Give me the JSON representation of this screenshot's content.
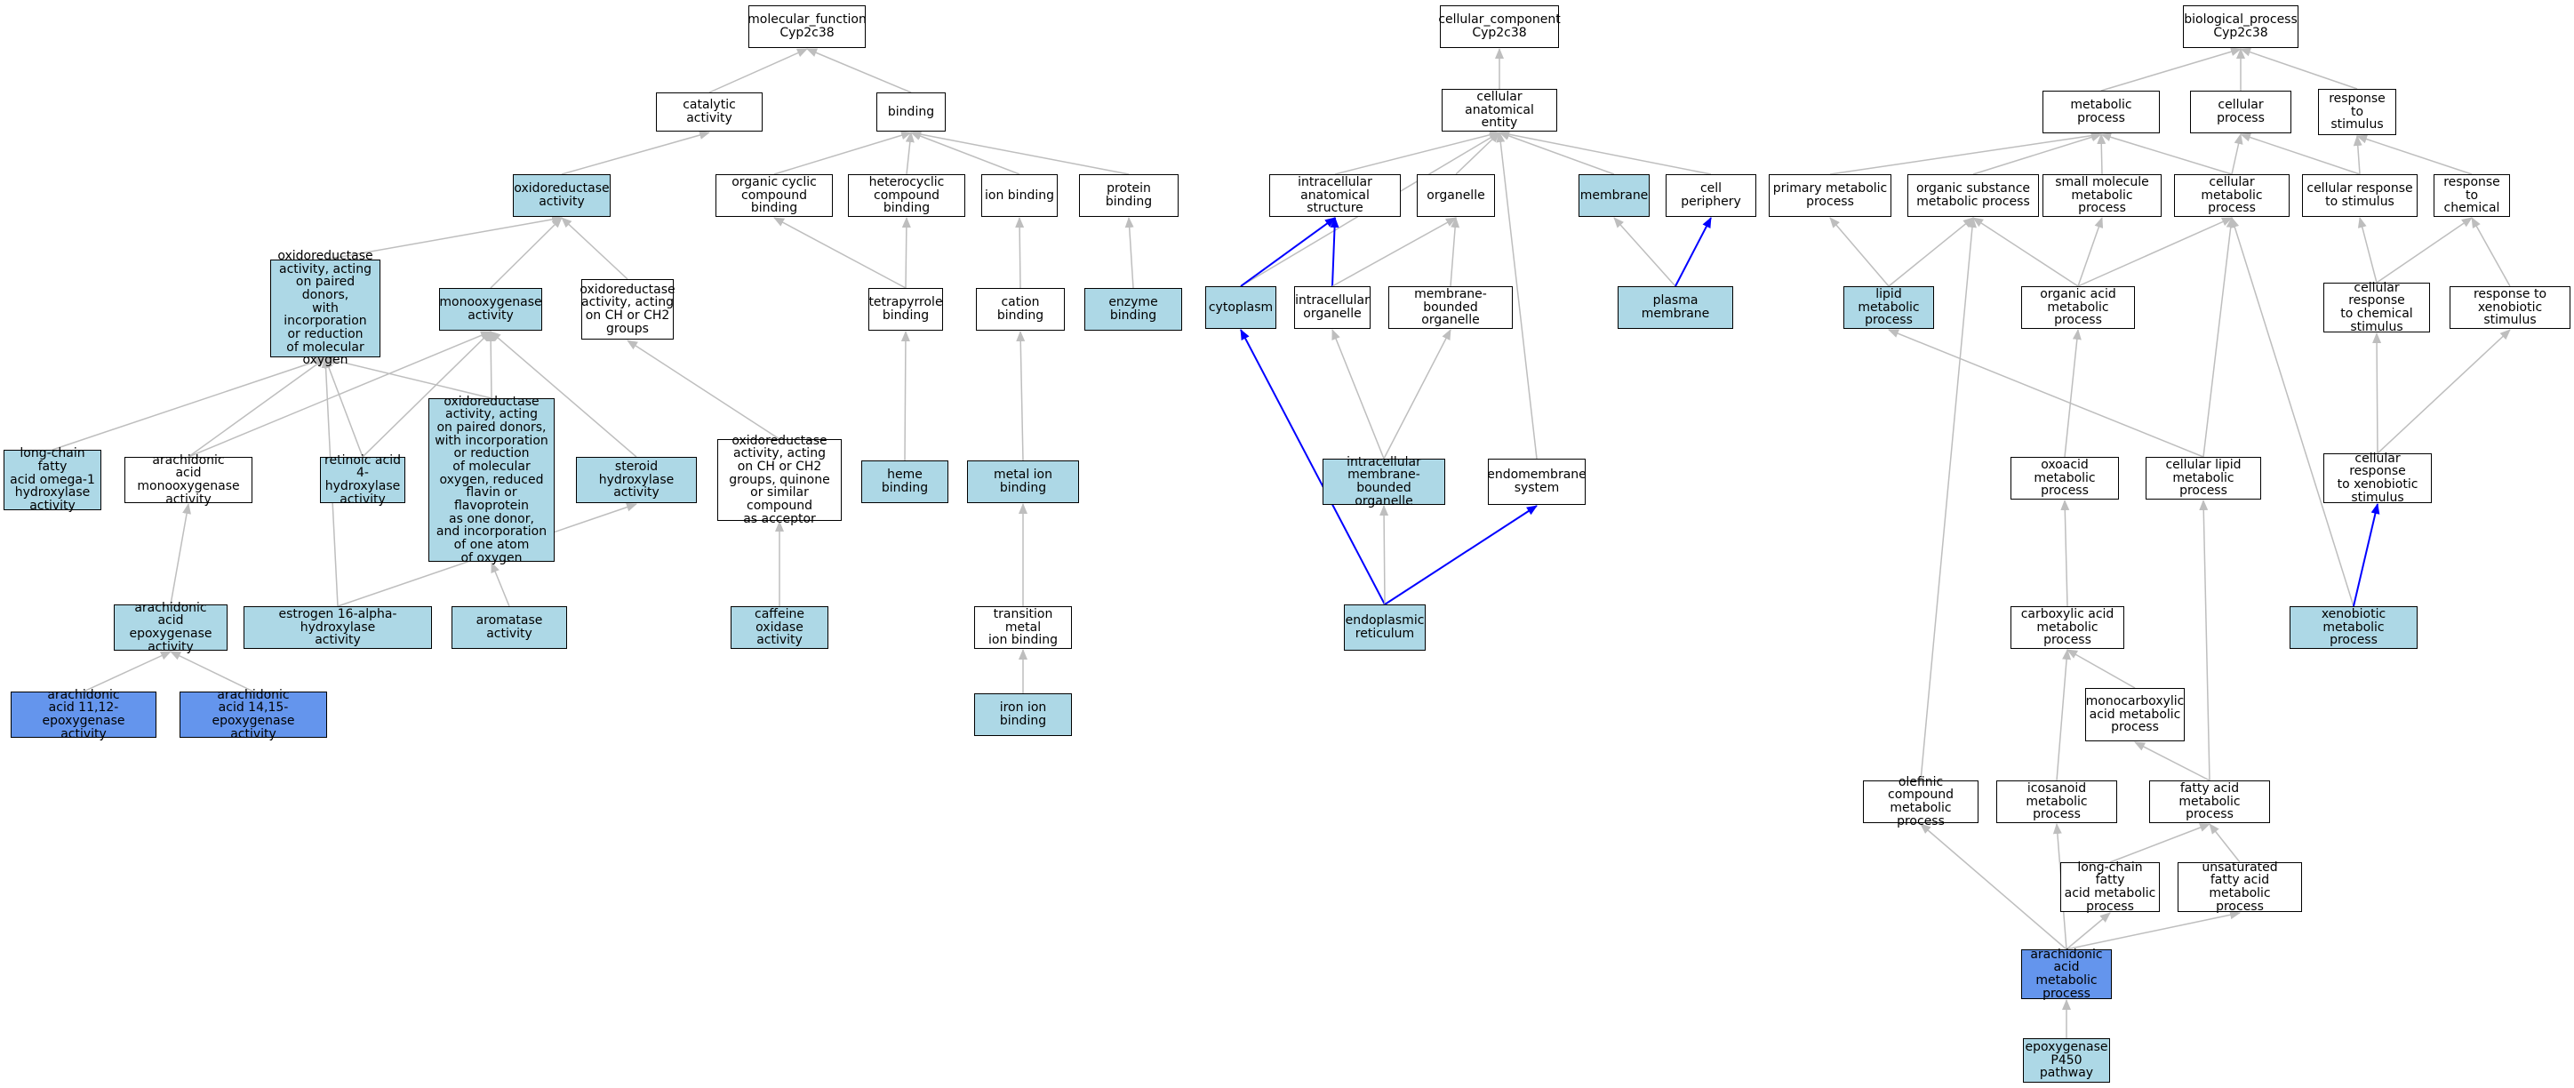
{
  "colors": {
    "none": "#ffffff",
    "light": "#add8e6",
    "dark": "#6495ed",
    "edge_gray": "#bebebe",
    "edge_blue": "#0000ff"
  },
  "nodes": {
    "mf_root": {
      "label": "molecular_function\nCyp2c38",
      "tone": "none"
    },
    "catalytic": {
      "label": "catalytic activity",
      "tone": "none"
    },
    "binding": {
      "label": "binding",
      "tone": "none"
    },
    "oxidoreductase": {
      "label": "oxidoreductase\nactivity",
      "tone": "light"
    },
    "organic_cyclic": {
      "label": "organic cyclic\ncompound binding",
      "tone": "none"
    },
    "heterocyclic": {
      "label": "heterocyclic\ncompound binding",
      "tone": "none"
    },
    "ion_binding": {
      "label": "ion binding",
      "tone": "none"
    },
    "protein_binding": {
      "label": "protein binding",
      "tone": "none"
    },
    "oxred_paired": {
      "label": "oxidoreductase\nactivity, acting\non paired donors,\nwith incorporation\nor reduction\nof molecular\noxygen",
      "tone": "light"
    },
    "monooxygenase": {
      "label": "monooxygenase\nactivity",
      "tone": "light"
    },
    "oxred_ch_ch2": {
      "label": "oxidoreductase\nactivity, acting\non CH or CH2\ngroups",
      "tone": "none"
    },
    "tetrapyrrole": {
      "label": "tetrapyrrole\nbinding",
      "tone": "none"
    },
    "cation_binding": {
      "label": "cation binding",
      "tone": "none"
    },
    "enzyme_binding": {
      "label": "enzyme binding",
      "tone": "light"
    },
    "long_chain_fa": {
      "label": "long-chain fatty\nacid omega-1\nhydroxylase\nactivity",
      "tone": "light"
    },
    "arach_mono": {
      "label": "arachidonic\nacid monooxygenase\nactivity",
      "tone": "none"
    },
    "retinoic": {
      "label": "retinoic acid\n4-hydroxylase\nactivity",
      "tone": "light"
    },
    "oxred_flavin": {
      "label": "oxidoreductase\nactivity, acting\non paired donors,\nwith incorporation\nor reduction\nof molecular\noxygen, reduced\nflavin or flavoprotein\nas one donor,\nand incorporation\nof one atom\nof oxygen",
      "tone": "light"
    },
    "steroid_hydrox": {
      "label": "steroid hydroxylase\nactivity",
      "tone": "light"
    },
    "oxred_quinone": {
      "label": "oxidoreductase\nactivity, acting\non CH or CH2\ngroups, quinone\nor similar compound\nas acceptor",
      "tone": "none"
    },
    "heme_binding": {
      "label": "heme binding",
      "tone": "light"
    },
    "metal_ion": {
      "label": "metal ion binding",
      "tone": "light"
    },
    "arach_epox": {
      "label": "arachidonic\nacid epoxygenase\nactivity",
      "tone": "light"
    },
    "estrogen": {
      "label": "estrogen 16-alpha-hydroxylase\nactivity",
      "tone": "light"
    },
    "aromatase": {
      "label": "aromatase activity",
      "tone": "light"
    },
    "caffeine": {
      "label": "caffeine oxidase\nactivity",
      "tone": "light"
    },
    "transition_metal": {
      "label": "transition metal\nion binding",
      "tone": "none"
    },
    "iron_ion": {
      "label": "iron ion binding",
      "tone": "light"
    },
    "arach_1112": {
      "label": "arachidonic\nacid 11,12-epoxygenase\nactivity",
      "tone": "dark"
    },
    "arach_1415": {
      "label": "arachidonic\nacid 14,15-epoxygenase\nactivity",
      "tone": "dark"
    },
    "cc_root": {
      "label": "cellular_component\nCyp2c38",
      "tone": "none"
    },
    "cell_anat": {
      "label": "cellular anatomical\nentity",
      "tone": "none"
    },
    "intracell_anat": {
      "label": "intracellular\nanatomical structure",
      "tone": "none"
    },
    "organelle": {
      "label": "organelle",
      "tone": "none"
    },
    "membrane": {
      "label": "membrane",
      "tone": "light"
    },
    "cell_periphery": {
      "label": "cell periphery",
      "tone": "none"
    },
    "cytoplasm": {
      "label": "cytoplasm",
      "tone": "light"
    },
    "intracell_org": {
      "label": "intracellular\norganelle",
      "tone": "none"
    },
    "mem_bound_org": {
      "label": "membrane-bounded\norganelle",
      "tone": "none"
    },
    "plasma_mem": {
      "label": "plasma membrane",
      "tone": "light"
    },
    "intracell_mem_org": {
      "label": "intracellular\nmembrane-bounded\norganelle",
      "tone": "light"
    },
    "endomembrane": {
      "label": "endomembrane\nsystem",
      "tone": "none"
    },
    "er": {
      "label": "endoplasmic\nreticulum",
      "tone": "light"
    },
    "bp_root": {
      "label": "biological_process\nCyp2c38",
      "tone": "none"
    },
    "metabolic": {
      "label": "metabolic process",
      "tone": "none"
    },
    "cellular_proc": {
      "label": "cellular process",
      "tone": "none"
    },
    "resp_stim": {
      "label": "response to\nstimulus",
      "tone": "none"
    },
    "primary_met": {
      "label": "primary metabolic\nprocess",
      "tone": "none"
    },
    "org_subst": {
      "label": "organic substance\nmetabolic process",
      "tone": "none"
    },
    "small_mol": {
      "label": "small molecule\nmetabolic process",
      "tone": "none"
    },
    "cell_met": {
      "label": "cellular metabolic\nprocess",
      "tone": "none"
    },
    "cell_resp_stim": {
      "label": "cellular response\nto stimulus",
      "tone": "none"
    },
    "resp_chem": {
      "label": "response to\nchemical",
      "tone": "none"
    },
    "lipid_met": {
      "label": "lipid metabolic\nprocess",
      "tone": "light"
    },
    "org_acid": {
      "label": "organic acid\nmetabolic process",
      "tone": "none"
    },
    "cell_resp_chem": {
      "label": "cellular response\nto chemical\nstimulus",
      "tone": "none"
    },
    "resp_xeno": {
      "label": "response to\nxenobiotic stimulus",
      "tone": "none"
    },
    "oxoacid": {
      "label": "oxoacid metabolic\nprocess",
      "tone": "none"
    },
    "cell_lipid": {
      "label": "cellular lipid\nmetabolic process",
      "tone": "none"
    },
    "cell_resp_xeno": {
      "label": "cellular response\nto xenobiotic\nstimulus",
      "tone": "none"
    },
    "carboxylic": {
      "label": "carboxylic acid\nmetabolic process",
      "tone": "none"
    },
    "xeno_met": {
      "label": "xenobiotic metabolic\nprocess",
      "tone": "light"
    },
    "monocarbox": {
      "label": "monocarboxylic\nacid metabolic\nprocess",
      "tone": "none"
    },
    "olefinic": {
      "label": "olefinic compound\nmetabolic process",
      "tone": "none"
    },
    "icosanoid": {
      "label": "icosanoid metabolic\nprocess",
      "tone": "none"
    },
    "fatty_acid": {
      "label": "fatty acid metabolic\nprocess",
      "tone": "none"
    },
    "long_chain_fa_met": {
      "label": "long-chain fatty\nacid metabolic\nprocess",
      "tone": "none"
    },
    "unsat_fa": {
      "label": "unsaturated\nfatty acid metabolic\nprocess",
      "tone": "none"
    },
    "arach_met": {
      "label": "arachidonic\nacid metabolic\nprocess",
      "tone": "dark"
    },
    "epox_p450": {
      "label": "epoxygenase\nP450 pathway",
      "tone": "light"
    }
  },
  "edges": [
    [
      "catalytic",
      "mf_root",
      "gray"
    ],
    [
      "binding",
      "mf_root",
      "gray"
    ],
    [
      "oxidoreductase",
      "catalytic",
      "gray"
    ],
    [
      "organic_cyclic",
      "binding",
      "gray"
    ],
    [
      "heterocyclic",
      "binding",
      "gray"
    ],
    [
      "ion_binding",
      "binding",
      "gray"
    ],
    [
      "protein_binding",
      "binding",
      "gray"
    ],
    [
      "oxred_paired",
      "oxidoreductase",
      "gray"
    ],
    [
      "monooxygenase",
      "oxidoreductase",
      "gray"
    ],
    [
      "oxred_ch_ch2",
      "oxidoreductase",
      "gray"
    ],
    [
      "tetrapyrrole",
      "organic_cyclic",
      "gray"
    ],
    [
      "tetrapyrrole",
      "heterocyclic",
      "gray"
    ],
    [
      "cation_binding",
      "ion_binding",
      "gray"
    ],
    [
      "enzyme_binding",
      "protein_binding",
      "gray"
    ],
    [
      "long_chain_fa",
      "oxred_paired",
      "gray"
    ],
    [
      "arach_mono",
      "oxred_paired",
      "gray"
    ],
    [
      "arach_mono",
      "monooxygenase",
      "gray"
    ],
    [
      "retinoic",
      "oxred_paired",
      "gray"
    ],
    [
      "retinoic",
      "monooxygenase",
      "gray"
    ],
    [
      "oxred_flavin",
      "oxred_paired",
      "gray"
    ],
    [
      "oxred_flavin",
      "monooxygenase",
      "gray"
    ],
    [
      "steroid_hydrox",
      "monooxygenase",
      "gray"
    ],
    [
      "estrogen",
      "oxred_paired",
      "gray"
    ],
    [
      "estrogen",
      "steroid_hydrox",
      "gray"
    ],
    [
      "aromatase",
      "oxred_flavin",
      "gray"
    ],
    [
      "oxred_quinone",
      "oxred_ch_ch2",
      "gray"
    ],
    [
      "caffeine",
      "oxred_quinone",
      "gray"
    ],
    [
      "heme_binding",
      "tetrapyrrole",
      "gray"
    ],
    [
      "metal_ion",
      "cation_binding",
      "gray"
    ],
    [
      "transition_metal",
      "metal_ion",
      "gray"
    ],
    [
      "iron_ion",
      "transition_metal",
      "gray"
    ],
    [
      "arach_epox",
      "arach_mono",
      "gray"
    ],
    [
      "arach_1112",
      "arach_epox",
      "gray"
    ],
    [
      "arach_1415",
      "arach_epox",
      "gray"
    ],
    [
      "cell_anat",
      "cc_root",
      "gray"
    ],
    [
      "intracell_anat",
      "cell_anat",
      "gray"
    ],
    [
      "organelle",
      "cell_anat",
      "gray"
    ],
    [
      "membrane",
      "cell_anat",
      "gray"
    ],
    [
      "cell_periphery",
      "cell_anat",
      "gray"
    ],
    [
      "cytoplasm",
      "cell_anat",
      "gray"
    ],
    [
      "cytoplasm",
      "intracell_anat",
      "blue"
    ],
    [
      "intracell_org",
      "intracell_anat",
      "blue"
    ],
    [
      "intracell_org",
      "organelle",
      "gray"
    ],
    [
      "mem_bound_org",
      "organelle",
      "gray"
    ],
    [
      "plasma_mem",
      "membrane",
      "gray"
    ],
    [
      "plasma_mem",
      "cell_periphery",
      "blue"
    ],
    [
      "intracell_mem_org",
      "intracell_org",
      "gray"
    ],
    [
      "intracell_mem_org",
      "mem_bound_org",
      "gray"
    ],
    [
      "endomembrane",
      "cell_anat",
      "gray"
    ],
    [
      "er",
      "cytoplasm",
      "blue"
    ],
    [
      "er",
      "intracell_mem_org",
      "gray"
    ],
    [
      "er",
      "endomembrane",
      "blue"
    ],
    [
      "metabolic",
      "bp_root",
      "gray"
    ],
    [
      "cellular_proc",
      "bp_root",
      "gray"
    ],
    [
      "resp_stim",
      "bp_root",
      "gray"
    ],
    [
      "primary_met",
      "metabolic",
      "gray"
    ],
    [
      "org_subst",
      "metabolic",
      "gray"
    ],
    [
      "small_mol",
      "metabolic",
      "gray"
    ],
    [
      "cell_met",
      "metabolic",
      "gray"
    ],
    [
      "cell_met",
      "cellular_proc",
      "gray"
    ],
    [
      "cell_resp_stim",
      "cellular_proc",
      "gray"
    ],
    [
      "cell_resp_stim",
      "resp_stim",
      "gray"
    ],
    [
      "resp_chem",
      "resp_stim",
      "gray"
    ],
    [
      "lipid_met",
      "primary_met",
      "gray"
    ],
    [
      "lipid_met",
      "org_subst",
      "gray"
    ],
    [
      "org_acid",
      "org_subst",
      "gray"
    ],
    [
      "org_acid",
      "small_mol",
      "gray"
    ],
    [
      "org_acid",
      "cell_met",
      "gray"
    ],
    [
      "cell_resp_chem",
      "cell_resp_stim",
      "gray"
    ],
    [
      "cell_resp_chem",
      "resp_chem",
      "gray"
    ],
    [
      "resp_xeno",
      "resp_chem",
      "gray"
    ],
    [
      "oxoacid",
      "org_acid",
      "gray"
    ],
    [
      "cell_lipid",
      "lipid_met",
      "gray"
    ],
    [
      "cell_lipid",
      "cell_met",
      "gray"
    ],
    [
      "cell_resp_xeno",
      "cell_resp_chem",
      "gray"
    ],
    [
      "cell_resp_xeno",
      "resp_xeno",
      "gray"
    ],
    [
      "carboxylic",
      "oxoacid",
      "gray"
    ],
    [
      "xeno_met",
      "cell_met",
      "gray"
    ],
    [
      "xeno_met",
      "cell_resp_xeno",
      "blue"
    ],
    [
      "monocarbox",
      "carboxylic",
      "gray"
    ],
    [
      "olefinic",
      "org_subst",
      "gray"
    ],
    [
      "icosanoid",
      "carboxylic",
      "gray"
    ],
    [
      "fatty_acid",
      "monocarbox",
      "gray"
    ],
    [
      "fatty_acid",
      "cell_lipid",
      "gray"
    ],
    [
      "long_chain_fa_met",
      "fatty_acid",
      "gray"
    ],
    [
      "unsat_fa",
      "fatty_acid",
      "gray"
    ],
    [
      "arach_met",
      "olefinic",
      "gray"
    ],
    [
      "arach_met",
      "icosanoid",
      "gray"
    ],
    [
      "arach_met",
      "long_chain_fa_met",
      "gray"
    ],
    [
      "arach_met",
      "unsat_fa",
      "gray"
    ],
    [
      "epox_p450",
      "arach_met",
      "gray"
    ]
  ]
}
